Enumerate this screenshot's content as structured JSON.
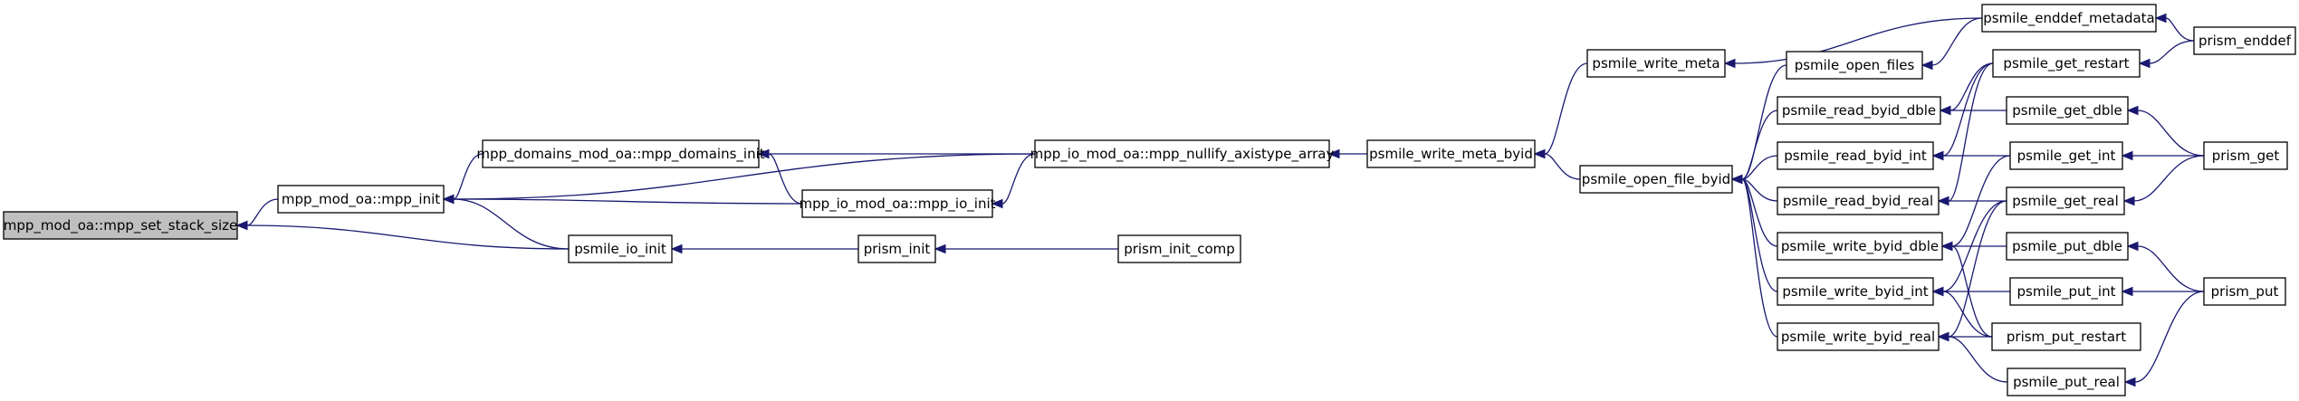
{
  "graph": {
    "title": "",
    "edge_color": "#191970",
    "root_fill": "#bfbfbf",
    "nodes": [
      {
        "id": "mpp_set_stack_size",
        "label": "mpp_mod_oa::mpp_set_stack_size",
        "root": true
      },
      {
        "id": "mpp_init",
        "label": "mpp_mod_oa::mpp_init"
      },
      {
        "id": "psmile_io_init",
        "label": "psmile_io_init"
      },
      {
        "id": "mpp_domains_init",
        "label": "mpp_domains_mod_oa::mpp_domains_init"
      },
      {
        "id": "mpp_io_init",
        "label": "mpp_io_mod_oa::mpp_io_init"
      },
      {
        "id": "mpp_nullify",
        "label": "mpp_io_mod_oa::mpp_nullify_axistype_array"
      },
      {
        "id": "prism_init",
        "label": "prism_init"
      },
      {
        "id": "prism_init_comp",
        "label": "prism_init_comp"
      },
      {
        "id": "psmile_write_meta_byid",
        "label": "psmile_write_meta_byid"
      },
      {
        "id": "psmile_write_meta",
        "label": "psmile_write_meta"
      },
      {
        "id": "psmile_open_file_byid",
        "label": "psmile_open_file_byid"
      },
      {
        "id": "psmile_open_files",
        "label": "psmile_open_files"
      },
      {
        "id": "psmile_read_byid_dble",
        "label": "psmile_read_byid_dble"
      },
      {
        "id": "psmile_read_byid_int",
        "label": "psmile_read_byid_int"
      },
      {
        "id": "psmile_read_byid_real",
        "label": "psmile_read_byid_real"
      },
      {
        "id": "psmile_write_byid_dble",
        "label": "psmile_write_byid_dble"
      },
      {
        "id": "psmile_write_byid_int",
        "label": "psmile_write_byid_int"
      },
      {
        "id": "psmile_write_byid_real",
        "label": "psmile_write_byid_real"
      },
      {
        "id": "psmile_enddef_metadata",
        "label": "psmile_enddef_metadata"
      },
      {
        "id": "psmile_get_restart",
        "label": "psmile_get_restart"
      },
      {
        "id": "psmile_get_dble",
        "label": "psmile_get_dble"
      },
      {
        "id": "psmile_get_int",
        "label": "psmile_get_int"
      },
      {
        "id": "psmile_get_real",
        "label": "psmile_get_real"
      },
      {
        "id": "psmile_put_dble",
        "label": "psmile_put_dble"
      },
      {
        "id": "psmile_put_int",
        "label": "psmile_put_int"
      },
      {
        "id": "prism_put_restart",
        "label": "prism_put_restart"
      },
      {
        "id": "psmile_put_real",
        "label": "psmile_put_real"
      },
      {
        "id": "prism_enddef",
        "label": "prism_enddef"
      },
      {
        "id": "prism_get",
        "label": "prism_get"
      },
      {
        "id": "prism_put",
        "label": "prism_put"
      }
    ],
    "edges": [
      {
        "from": "mpp_init",
        "to": "mpp_set_stack_size"
      },
      {
        "from": "psmile_io_init",
        "to": "mpp_set_stack_size"
      },
      {
        "from": "mpp_domains_init",
        "to": "mpp_init"
      },
      {
        "from": "mpp_nullify",
        "to": "mpp_init"
      },
      {
        "from": "mpp_io_init",
        "to": "mpp_init"
      },
      {
        "from": "psmile_io_init",
        "to": "mpp_init"
      },
      {
        "from": "prism_init",
        "to": "psmile_io_init"
      },
      {
        "from": "mpp_nullify",
        "to": "mpp_domains_init"
      },
      {
        "from": "mpp_io_init",
        "to": "mpp_domains_init"
      },
      {
        "from": "mpp_nullify",
        "to": "mpp_io_init"
      },
      {
        "from": "prism_init_comp",
        "to": "prism_init"
      },
      {
        "from": "psmile_write_meta_byid",
        "to": "mpp_nullify"
      },
      {
        "from": "psmile_write_meta",
        "to": "psmile_write_meta_byid"
      },
      {
        "from": "psmile_open_file_byid",
        "to": "psmile_write_meta_byid"
      },
      {
        "from": "psmile_enddef_metadata",
        "to": "psmile_write_meta"
      },
      {
        "from": "psmile_open_files",
        "to": "psmile_open_file_byid"
      },
      {
        "from": "psmile_read_byid_dble",
        "to": "psmile_open_file_byid"
      },
      {
        "from": "psmile_read_byid_int",
        "to": "psmile_open_file_byid"
      },
      {
        "from": "psmile_read_byid_real",
        "to": "psmile_open_file_byid"
      },
      {
        "from": "psmile_write_byid_dble",
        "to": "psmile_open_file_byid"
      },
      {
        "from": "psmile_write_byid_int",
        "to": "psmile_open_file_byid"
      },
      {
        "from": "psmile_write_byid_real",
        "to": "psmile_open_file_byid"
      },
      {
        "from": "psmile_enddef_metadata",
        "to": "psmile_open_files"
      },
      {
        "from": "prism_enddef",
        "to": "psmile_enddef_metadata"
      },
      {
        "from": "psmile_get_restart",
        "to": "psmile_read_byid_dble"
      },
      {
        "from": "psmile_get_dble",
        "to": "psmile_read_byid_dble"
      },
      {
        "from": "psmile_get_restart",
        "to": "psmile_read_byid_int"
      },
      {
        "from": "psmile_get_int",
        "to": "psmile_read_byid_int"
      },
      {
        "from": "psmile_get_restart",
        "to": "psmile_read_byid_real"
      },
      {
        "from": "psmile_get_real",
        "to": "psmile_read_byid_real"
      },
      {
        "from": "psmile_put_dble",
        "to": "psmile_write_byid_dble"
      },
      {
        "from": "prism_put_restart",
        "to": "psmile_write_byid_dble"
      },
      {
        "from": "psmile_get_int",
        "to": "psmile_write_byid_dble"
      },
      {
        "from": "psmile_put_int",
        "to": "psmile_write_byid_int"
      },
      {
        "from": "prism_put_restart",
        "to": "psmile_write_byid_int"
      },
      {
        "from": "psmile_get_real",
        "to": "psmile_write_byid_int"
      },
      {
        "from": "prism_put_restart",
        "to": "psmile_write_byid_real"
      },
      {
        "from": "psmile_put_real",
        "to": "psmile_write_byid_real"
      },
      {
        "from": "psmile_get_real",
        "to": "psmile_write_byid_real"
      },
      {
        "from": "prism_enddef",
        "to": "psmile_get_restart"
      },
      {
        "from": "prism_get",
        "to": "psmile_get_dble"
      },
      {
        "from": "prism_get",
        "to": "psmile_get_int"
      },
      {
        "from": "prism_get",
        "to": "psmile_get_real"
      },
      {
        "from": "prism_put",
        "to": "psmile_put_dble"
      },
      {
        "from": "prism_put",
        "to": "psmile_put_int"
      },
      {
        "from": "prism_put",
        "to": "psmile_put_real"
      }
    ]
  }
}
